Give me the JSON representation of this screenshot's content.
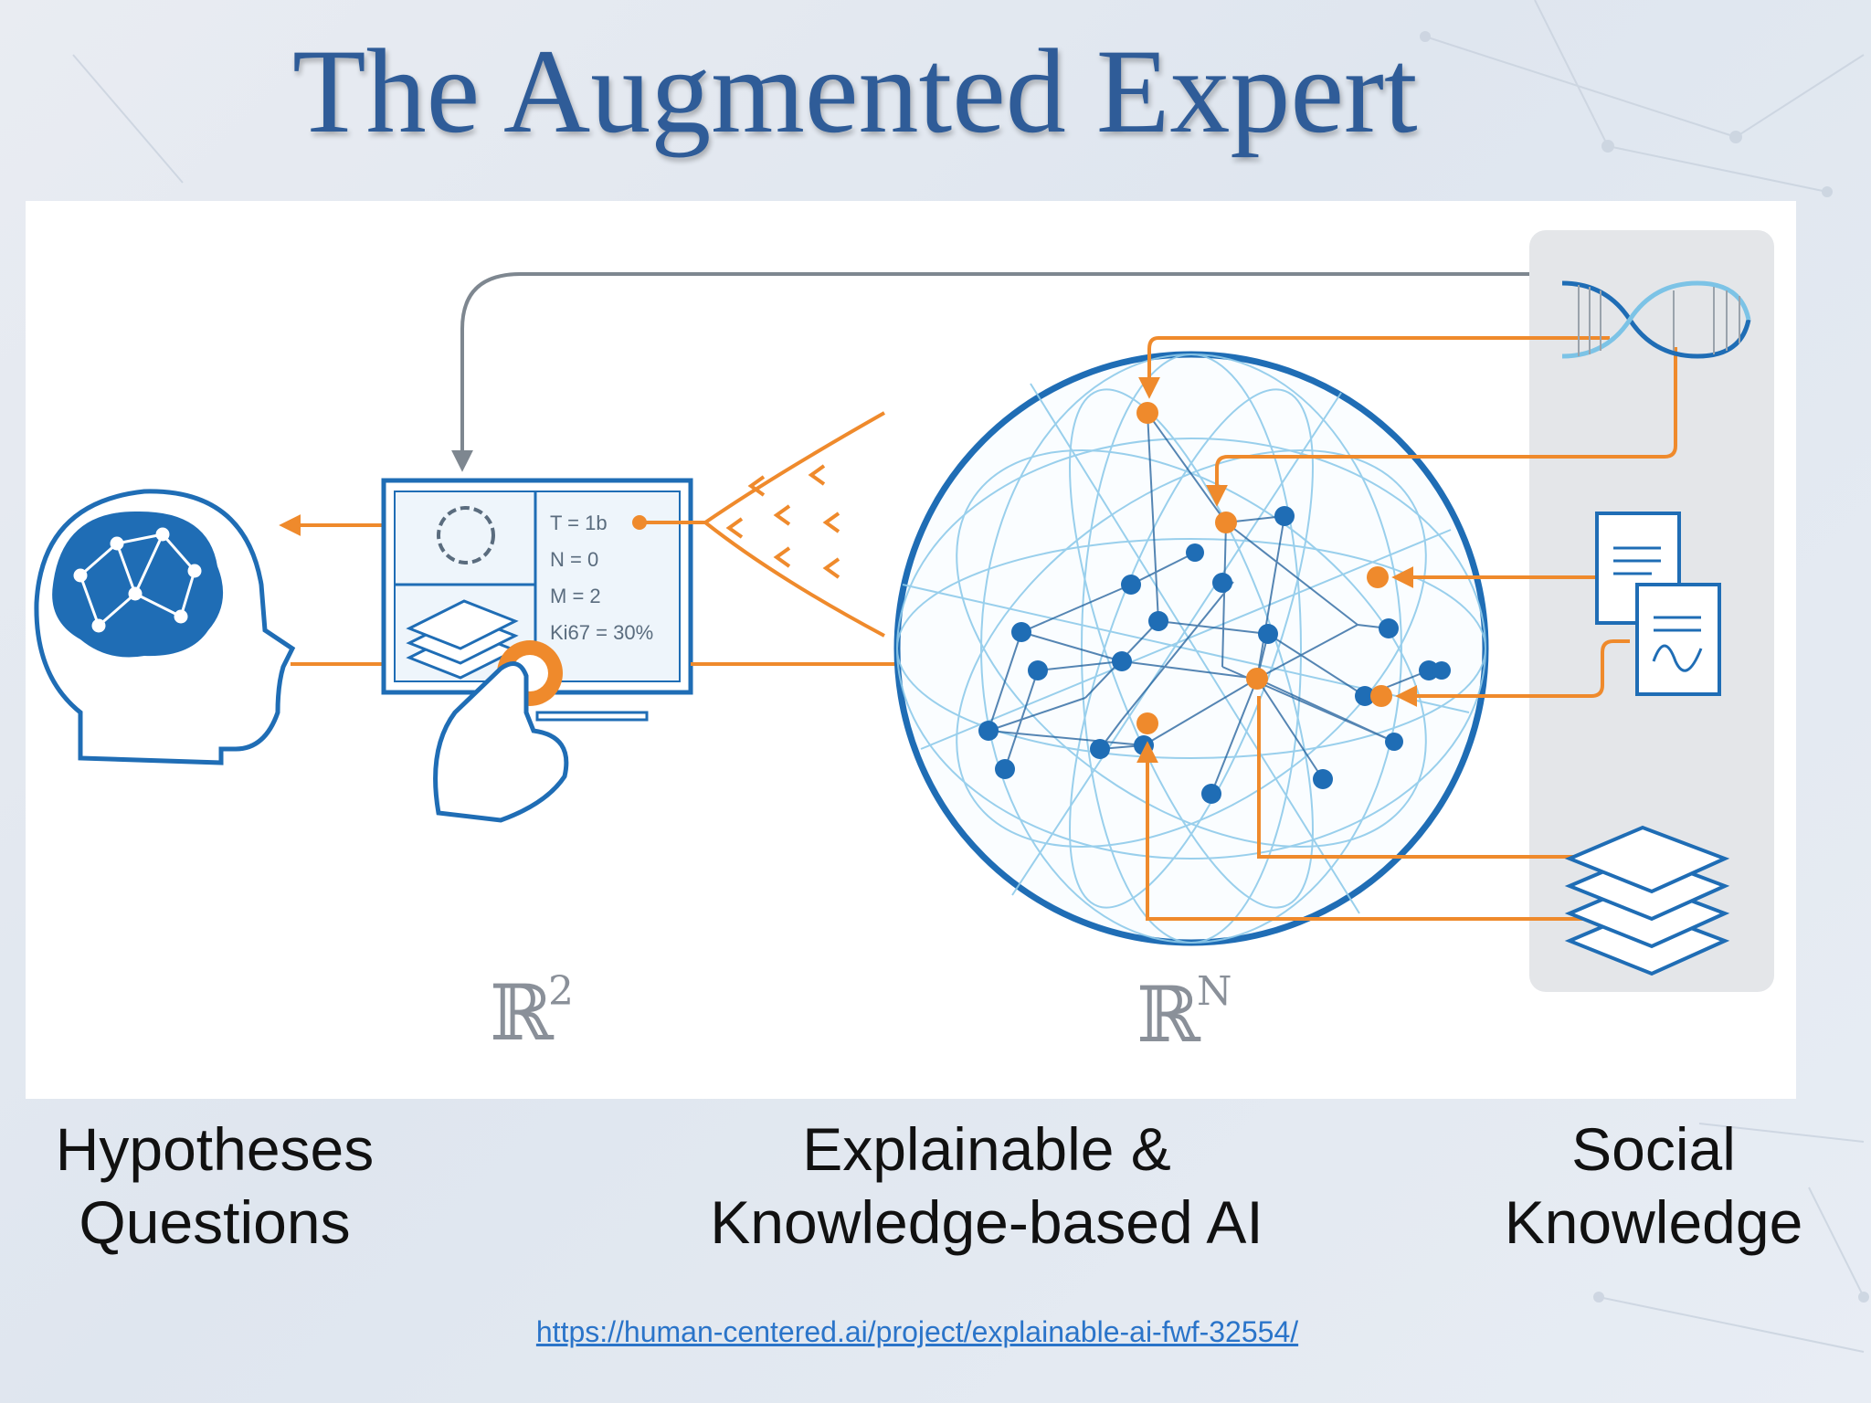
{
  "slide": {
    "title": "The Augmented Expert",
    "captions": {
      "left_line1": "Hypotheses",
      "left_line2": "Questions",
      "center_line1": "Explainable &",
      "center_line2": "Knowledge-based AI",
      "right_line1": "Social",
      "right_line2": "Knowledge"
    },
    "url": "https://human-centered.ai/project/explainable-ai-fwf-32554/"
  },
  "diagram": {
    "screen_text": [
      "T = 1b",
      "N = 0",
      "M = 2",
      "Ki67 = 30%"
    ],
    "axis_left": "ℝ",
    "axis_left_exp": "2",
    "axis_right": "ℝ",
    "axis_right_exp": "N",
    "colors": {
      "blue": "#1f6db5",
      "light_blue": "#7cc3e6",
      "orange": "#ef8a2c",
      "gray": "#7e8790",
      "title_blue": "#2f5c98"
    },
    "icons": [
      "brain-head-icon",
      "touchscreen-icon",
      "dna-icon",
      "document-icon",
      "slide-stack-icon",
      "hand-icon"
    ]
  }
}
